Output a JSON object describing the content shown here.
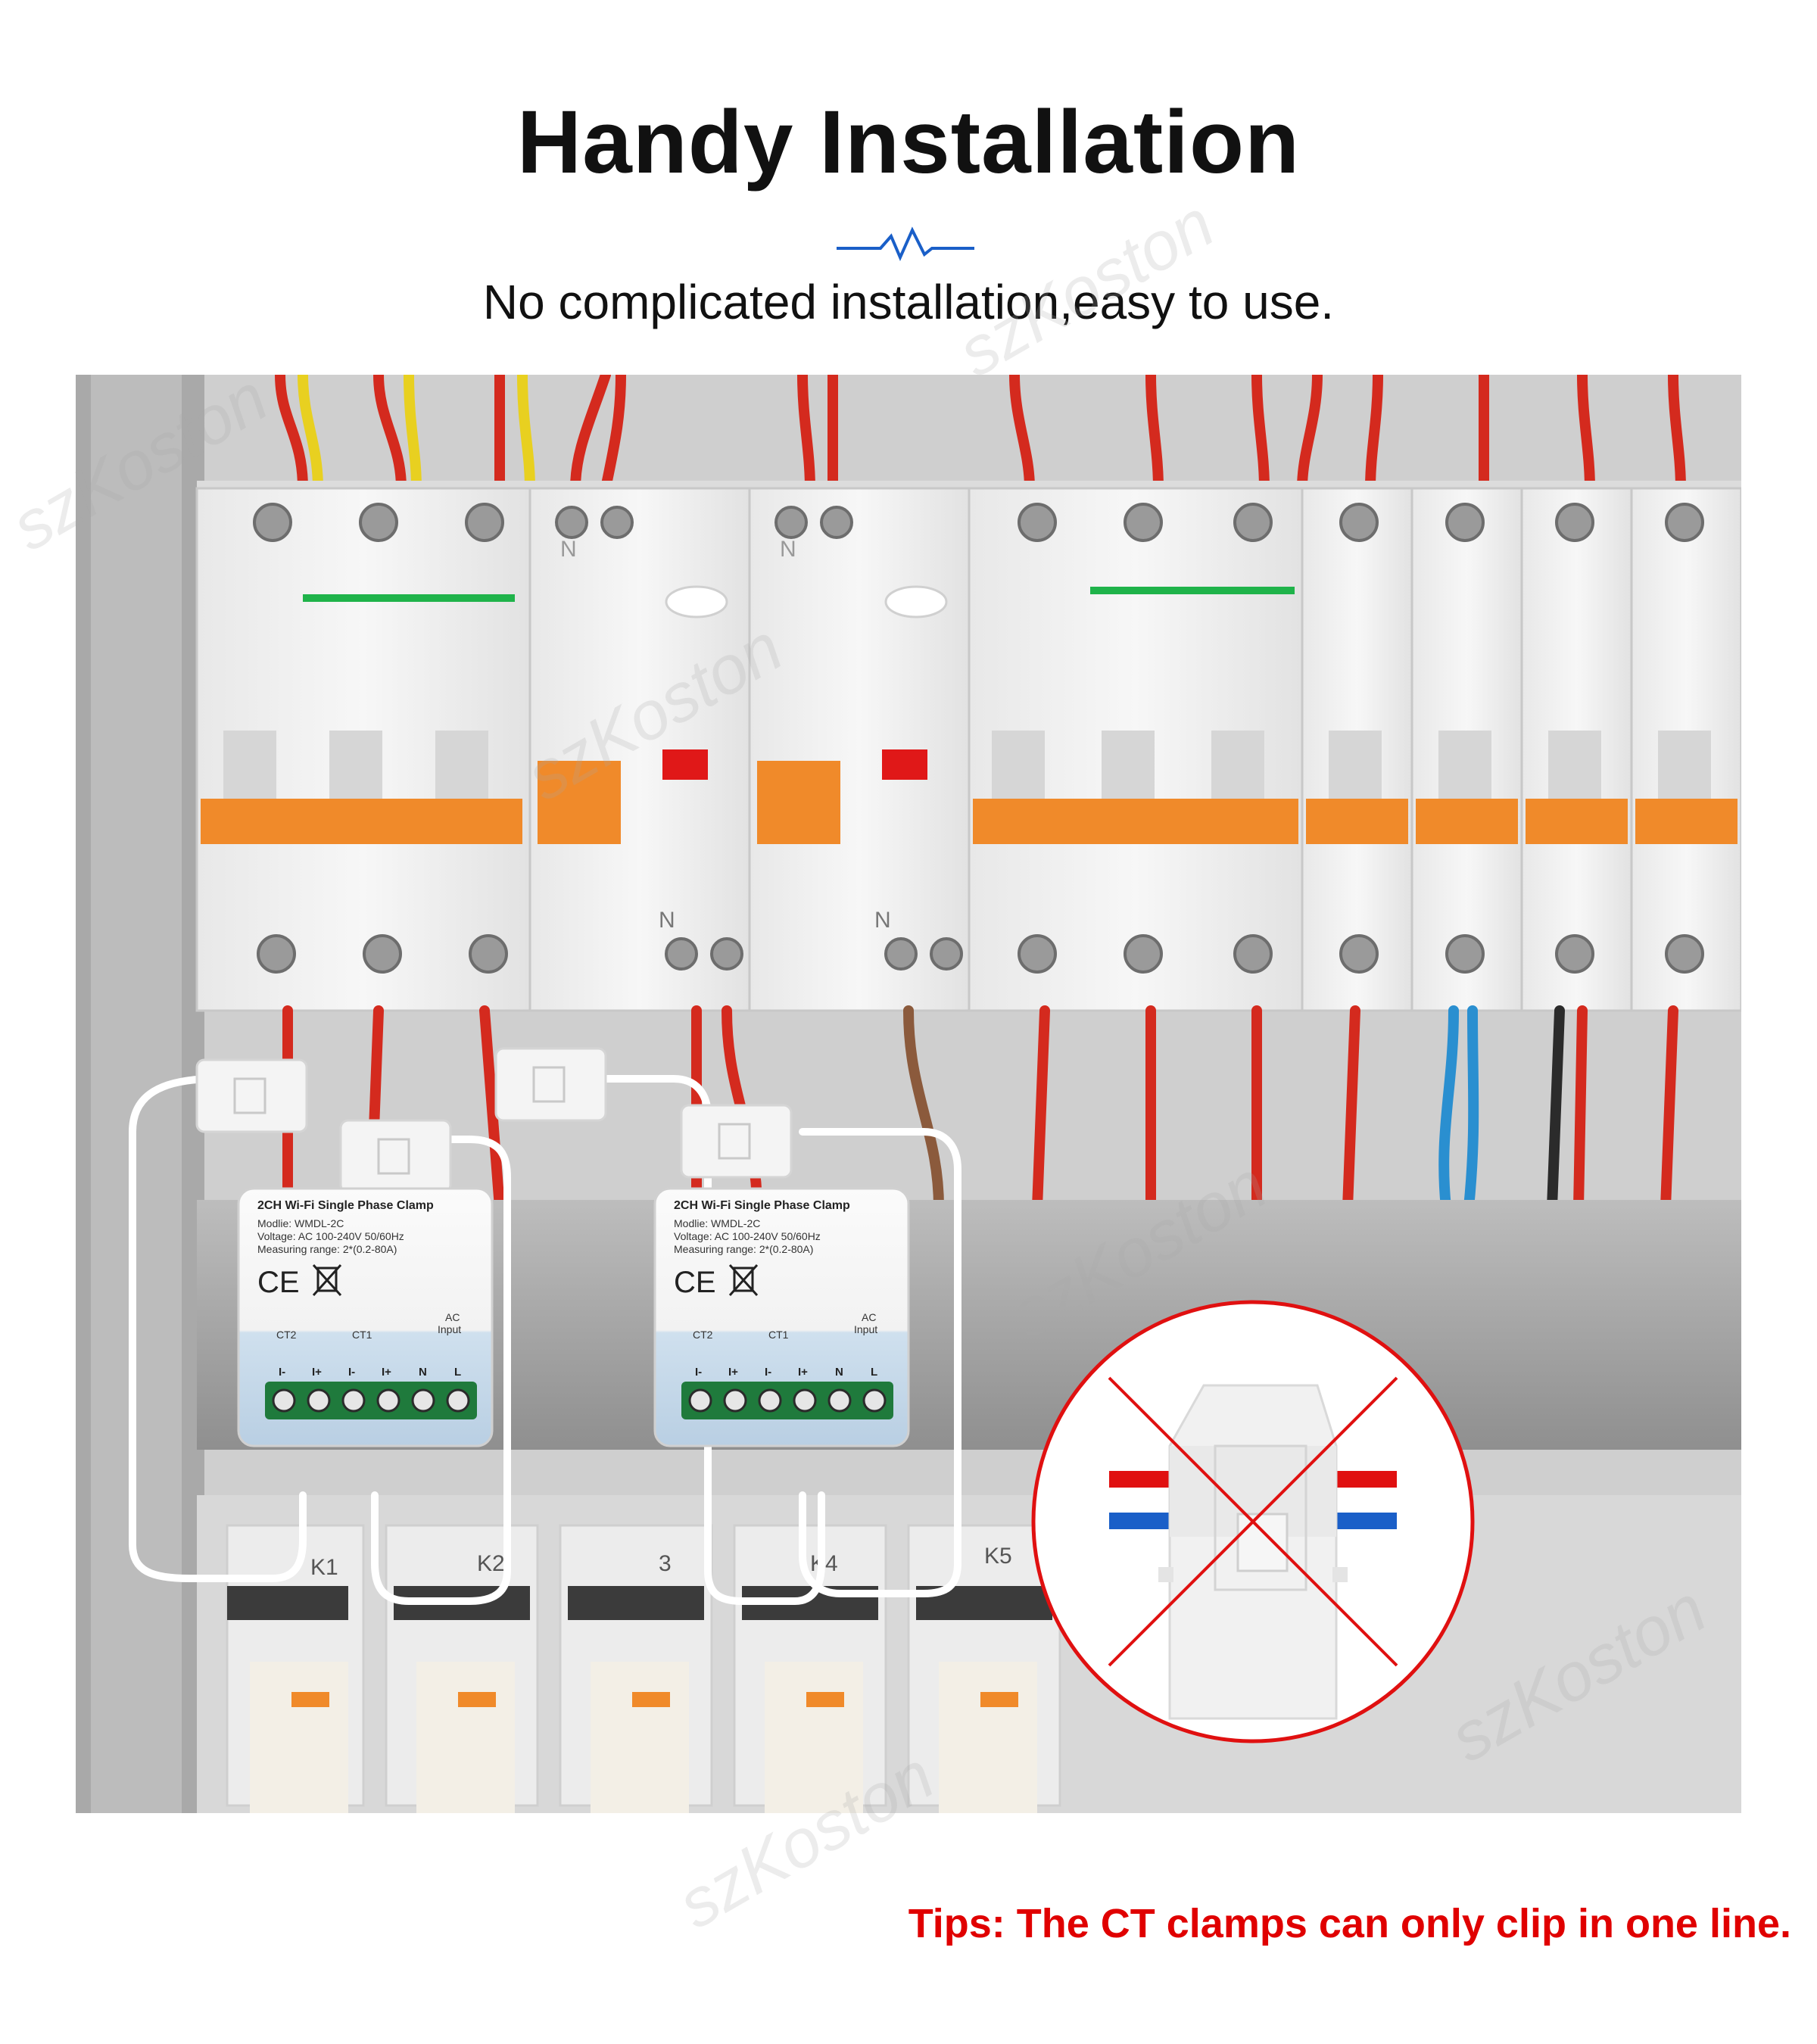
{
  "header": {
    "title": "Handy Installation",
    "subtitle": "No complicated installation,easy to use."
  },
  "watermark": "szKoston",
  "modules": [
    {
      "title": "2CH Wi-Fi Single Phase Clamp",
      "model": "Modlie: WMDL-2C",
      "voltage": "Voltage: AC 100-240V 50/60Hz",
      "range": "Measuring range: 2*(0.2-80A)",
      "ce": "CE",
      "label_ct2": "CT2",
      "label_ct1": "CT1",
      "label_ac": "AC",
      "label_input": "Input",
      "terminals": [
        "I-",
        "I+",
        "I-",
        "I+",
        "N",
        "L"
      ]
    },
    {
      "title": "2CH Wi-Fi Single Phase Clamp",
      "model": "Modlie: WMDL-2C",
      "voltage": "Voltage: AC 100-240V 50/60Hz",
      "range": "Measuring range: 2*(0.2-80A)",
      "ce": "CE",
      "label_ct2": "CT2",
      "label_ct1": "CT1",
      "label_ac": "AC",
      "label_input": "Input",
      "terminals": [
        "I-",
        "I+",
        "I-",
        "I+",
        "N",
        "L"
      ]
    }
  ],
  "relay_labels": [
    "K1",
    "K2",
    "3",
    "K4",
    "K5"
  ],
  "breaker_marks": [
    "N",
    "N",
    "N",
    "N"
  ],
  "tips": "Tips: The CT clamps can only clip in one line.",
  "colors": {
    "accent_blue": "#1a5fc8",
    "tips_red": "#e00000",
    "wire_red": "#d42a1e",
    "handle_orange": "#f08a2a"
  }
}
